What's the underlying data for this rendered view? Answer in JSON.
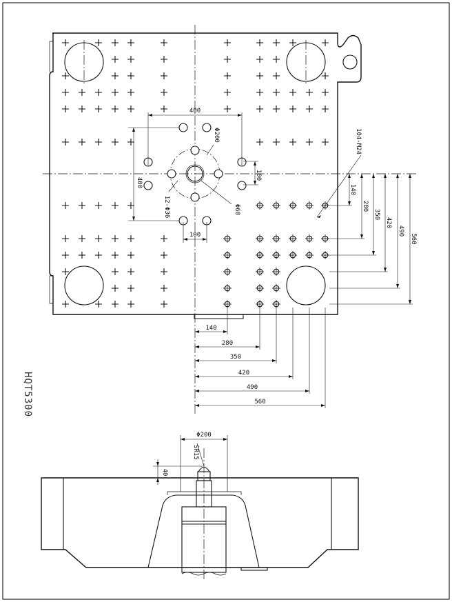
{
  "model": "HQT5300",
  "top_view": {
    "dims": {
      "tie_bar_width": "400",
      "tie_bar_height": "400",
      "center_circle": "Φ200",
      "center_hole": "Φ60",
      "bolt_holes": "12-Φ36",
      "pitch_v": "100",
      "pitch_h": "100",
      "tapped_holes": "104-M24"
    },
    "x_dims": [
      "140",
      "280",
      "350",
      "420",
      "490",
      "560"
    ],
    "y_dims": [
      "140",
      "280",
      "350",
      "420",
      "490",
      "560"
    ]
  },
  "side_view": {
    "dims": {
      "nozzle_circle": "Φ200",
      "sphere_radius": "SR15",
      "protrusion": "40"
    }
  }
}
